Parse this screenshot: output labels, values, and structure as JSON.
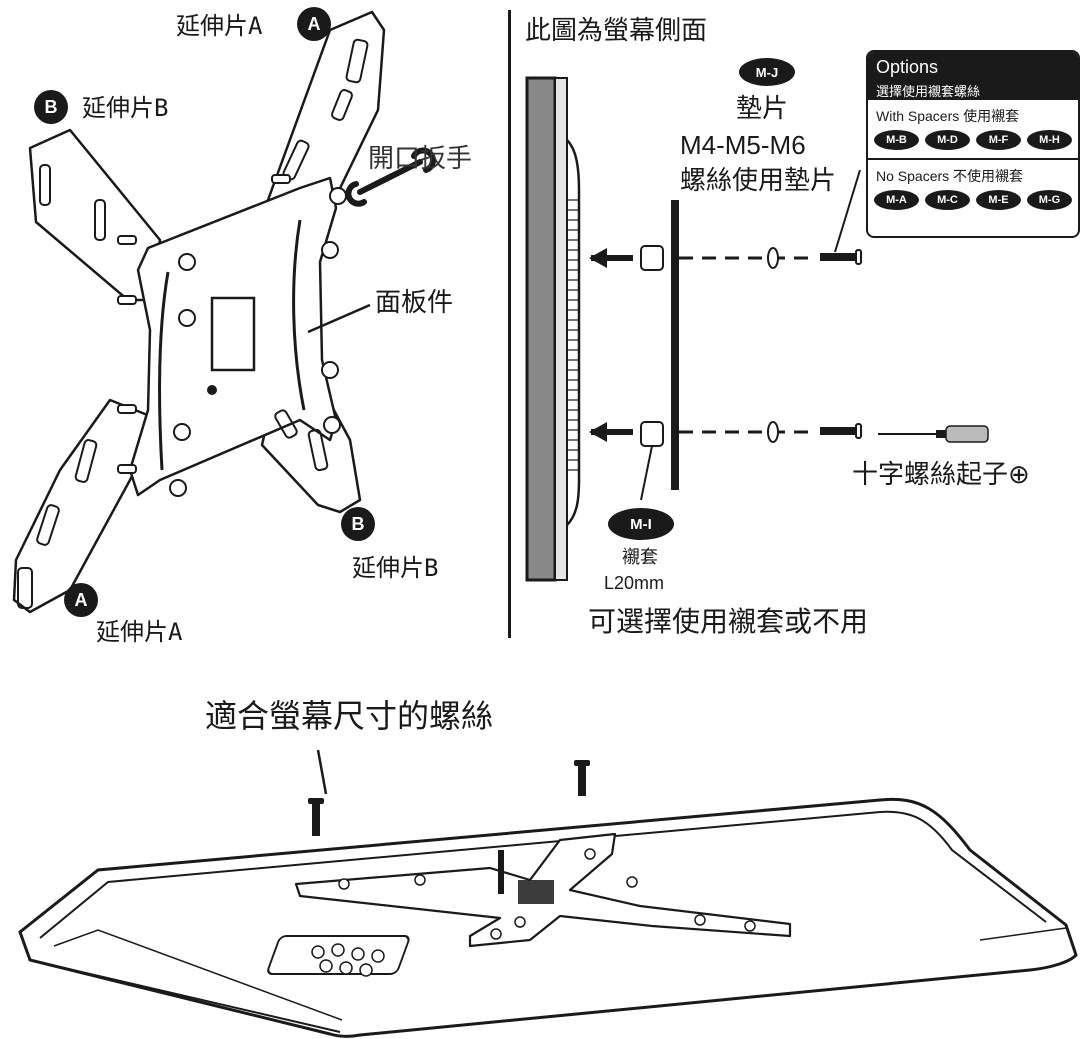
{
  "labels": {
    "ext_a_top": "延伸片A",
    "ext_b_left": "延伸片B",
    "wrench": "開口扳手",
    "faceplate": "面板件",
    "ext_b_bottom": "延伸片B",
    "ext_a_bottom": "延伸片A",
    "side_view": "此圖為螢幕側面",
    "washer_title": "墊片",
    "washer_sizes": "M4-M5-M6",
    "washer_desc": "螺絲使用墊片",
    "screwdriver": "十字螺絲起子⊕",
    "spacer_name": "襯套",
    "spacer_len": "L20mm",
    "optional_note": "可選擇使用襯套或不用",
    "screws_fit": "適合螢幕尺寸的螺絲"
  },
  "badges": {
    "a": "A",
    "b": "B",
    "mj": "M-J",
    "mi": "M-I"
  },
  "options": {
    "title": "Options",
    "subtitle": "選擇使用襯套螺絲",
    "with_label": "With Spacers  使用襯套",
    "with_items": [
      "M-B",
      "M-D",
      "M-F",
      "M-H"
    ],
    "no_label": "No Spacers  不使用襯套",
    "no_items": [
      "M-A",
      "M-C",
      "M-E",
      "M-G"
    ]
  }
}
